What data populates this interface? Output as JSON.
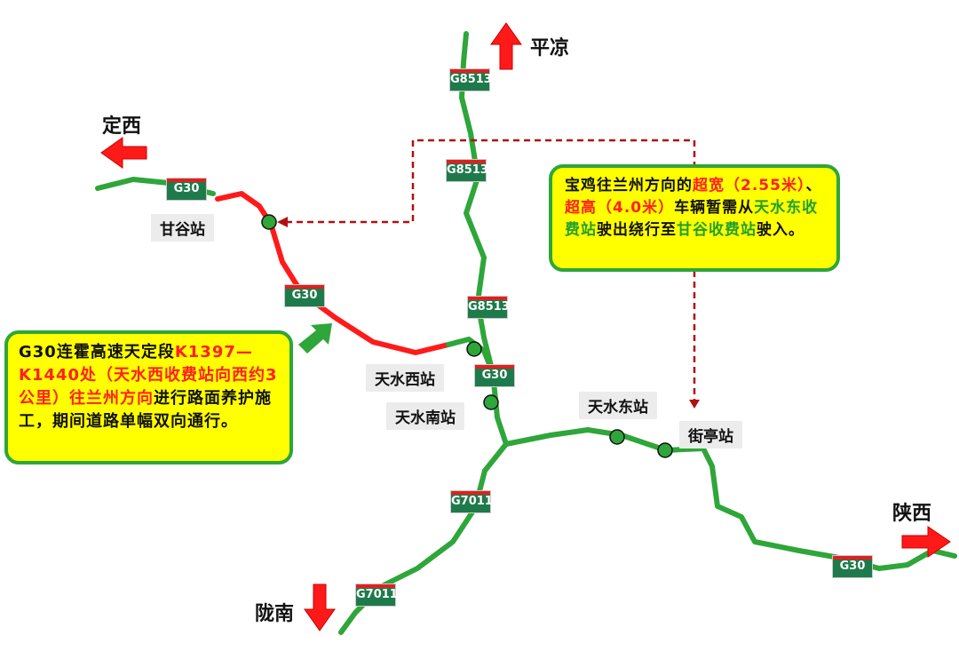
{
  "directions": {
    "north": "平凉",
    "west": "定西",
    "east": "陕西",
    "south": "陇南"
  },
  "stations": [
    "甘谷站",
    "天水西站",
    "天水南站",
    "天水东站",
    "街亭站"
  ],
  "shields": {
    "g30": "G30",
    "g8513": "G8513",
    "g7011": "G7011"
  },
  "notice_left": {
    "part1": "G30连霍高速天定段",
    "part2_red": "K1397—K1440处（天水西收费站向西约3公里）往兰州方向",
    "part3": "进行路面养护施工，期间道路单幅双向通行。"
  },
  "notice_right": {
    "p1": "宝鸡往兰州方向的",
    "p2_red": "超宽（2.55米）",
    "p3": "、",
    "p4_red": "超高（4.0米）",
    "p5": "车辆暂需从",
    "p6_green": "天水东收费站",
    "p7": "驶出绕行至",
    "p8_green": "甘谷收费站",
    "p9": "驶入。"
  },
  "colors": {
    "road": "#2ea63a",
    "closure": "#ff1a1a",
    "arrow": "#ff1a1a",
    "box_fill": "#ffff00",
    "box_border": "#2ea63a",
    "dashed": "#b01010"
  }
}
